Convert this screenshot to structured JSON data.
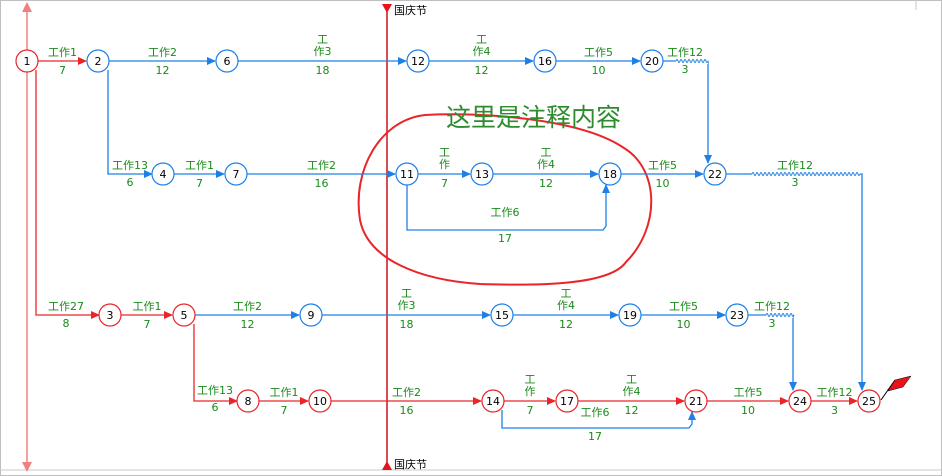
{
  "milestone": {
    "label": "国庆节"
  },
  "annotation": {
    "text": "这里是注释内容"
  },
  "colors": {
    "critical": "#e8262a",
    "normal": "#1e80e6",
    "label": "#1a8a1a"
  },
  "nodes": [
    {
      "id": "1",
      "critical": true
    },
    {
      "id": "2",
      "critical": false
    },
    {
      "id": "6",
      "critical": false
    },
    {
      "id": "12",
      "critical": false
    },
    {
      "id": "16",
      "critical": false
    },
    {
      "id": "20",
      "critical": false
    },
    {
      "id": "4",
      "critical": false
    },
    {
      "id": "7",
      "critical": false
    },
    {
      "id": "11",
      "critical": false
    },
    {
      "id": "13",
      "critical": false
    },
    {
      "id": "18",
      "critical": false
    },
    {
      "id": "22",
      "critical": false
    },
    {
      "id": "3",
      "critical": true
    },
    {
      "id": "5",
      "critical": true
    },
    {
      "id": "9",
      "critical": false
    },
    {
      "id": "15",
      "critical": false
    },
    {
      "id": "19",
      "critical": false
    },
    {
      "id": "23",
      "critical": false
    },
    {
      "id": "8",
      "critical": true
    },
    {
      "id": "10",
      "critical": true
    },
    {
      "id": "14",
      "critical": true
    },
    {
      "id": "17",
      "critical": true
    },
    {
      "id": "21",
      "critical": true
    },
    {
      "id": "24",
      "critical": true
    },
    {
      "id": "25",
      "critical": true
    }
  ],
  "activities": [
    {
      "from": "1",
      "to": "2",
      "name": "工作1",
      "duration": "7",
      "critical": true
    },
    {
      "from": "2",
      "to": "6",
      "name": "工作2",
      "duration": "12",
      "critical": false
    },
    {
      "from": "6",
      "to": "12",
      "name": "工作3",
      "duration": "18",
      "critical": false
    },
    {
      "from": "12",
      "to": "16",
      "name": "工作4",
      "duration": "12",
      "critical": false
    },
    {
      "from": "16",
      "to": "20",
      "name": "工作5",
      "duration": "10",
      "critical": false
    },
    {
      "from": "20",
      "to": "22",
      "name": "工作12",
      "duration": "3",
      "critical": false
    },
    {
      "from": "2",
      "to": "4",
      "name": "工作13",
      "duration": "6",
      "critical": false
    },
    {
      "from": "4",
      "to": "7",
      "name": "工作1",
      "duration": "7",
      "critical": false
    },
    {
      "from": "7",
      "to": "11",
      "name": "工作2",
      "duration": "16",
      "critical": false
    },
    {
      "from": "11",
      "to": "13",
      "name": "工作",
      "duration": "7",
      "critical": false
    },
    {
      "from": "13",
      "to": "18",
      "name": "工作4",
      "duration": "12",
      "critical": false
    },
    {
      "from": "11",
      "to": "18",
      "name": "工作6",
      "duration": "17",
      "critical": false
    },
    {
      "from": "18",
      "to": "22",
      "name": "工作5",
      "duration": "10",
      "critical": false
    },
    {
      "from": "22",
      "to": "25",
      "name": "工作12",
      "duration": "3",
      "critical": false
    },
    {
      "from": "1",
      "to": "3",
      "name": "工作27",
      "duration": "8",
      "critical": true
    },
    {
      "from": "3",
      "to": "5",
      "name": "工作1",
      "duration": "7",
      "critical": true
    },
    {
      "from": "5",
      "to": "9",
      "name": "工作2",
      "duration": "12",
      "critical": false
    },
    {
      "from": "9",
      "to": "15",
      "name": "工作3",
      "duration": "18",
      "critical": false
    },
    {
      "from": "15",
      "to": "19",
      "name": "工作4",
      "duration": "12",
      "critical": false
    },
    {
      "from": "19",
      "to": "23",
      "name": "工作5",
      "duration": "10",
      "critical": false
    },
    {
      "from": "23",
      "to": "24",
      "name": "工作12",
      "duration": "3",
      "critical": false
    },
    {
      "from": "5",
      "to": "8",
      "name": "工作13",
      "duration": "6",
      "critical": true
    },
    {
      "from": "8",
      "to": "10",
      "name": "工作1",
      "duration": "7",
      "critical": true
    },
    {
      "from": "10",
      "to": "14",
      "name": "工作2",
      "duration": "16",
      "critical": true
    },
    {
      "from": "14",
      "to": "17",
      "name": "工作",
      "duration": "7",
      "critical": true
    },
    {
      "from": "17",
      "to": "21",
      "name": "工作4",
      "duration": "12",
      "critical": true
    },
    {
      "from": "14",
      "to": "21",
      "name": "工作6",
      "duration": "17",
      "critical": false
    },
    {
      "from": "21",
      "to": "24",
      "name": "工作5",
      "duration": "10",
      "critical": true
    },
    {
      "from": "24",
      "to": "25",
      "name": "工作12",
      "duration": "3",
      "critical": true
    }
  ]
}
